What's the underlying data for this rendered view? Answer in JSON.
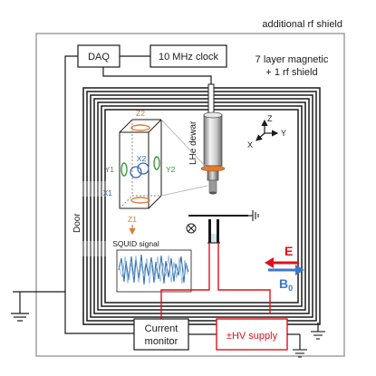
{
  "diagram": {
    "labels": {
      "outer_shield": "additional rf shield",
      "inner_shield_line1": "7 layer magnetic",
      "inner_shield_line2": "+ 1 rf shield",
      "daq": "DAQ",
      "clock": "10 MHz clock",
      "dewar": "LHe dewar",
      "door": "Door",
      "squid_signal": "SQUID signal",
      "current_monitor_line1": "Current",
      "current_monitor_line2": "monitor",
      "hv_supply": "±HV supply",
      "efield": "E",
      "bfield": "B",
      "bfield_subscript": "0",
      "axis_z": "Z",
      "axis_y": "Y",
      "axis_x": "X",
      "coil_z2": "Z2",
      "coil_z1": "Z1",
      "coil_y1": "Y1",
      "coil_y2": "Y2",
      "coil_x1": "X1",
      "coil_x2": "X2"
    },
    "colors": {
      "line": "#1a1a1a",
      "hv_wire": "#e0101a",
      "efield_arrow": "#e0101a",
      "bfield_arrow": "#3c78c8",
      "z_coil": "#e07b30",
      "y_coil": "#3a9a3a",
      "x_coil": "#3a6ab0",
      "dewar_plate": "#e07b30",
      "squid_trace": "#2a6aa8"
    }
  }
}
